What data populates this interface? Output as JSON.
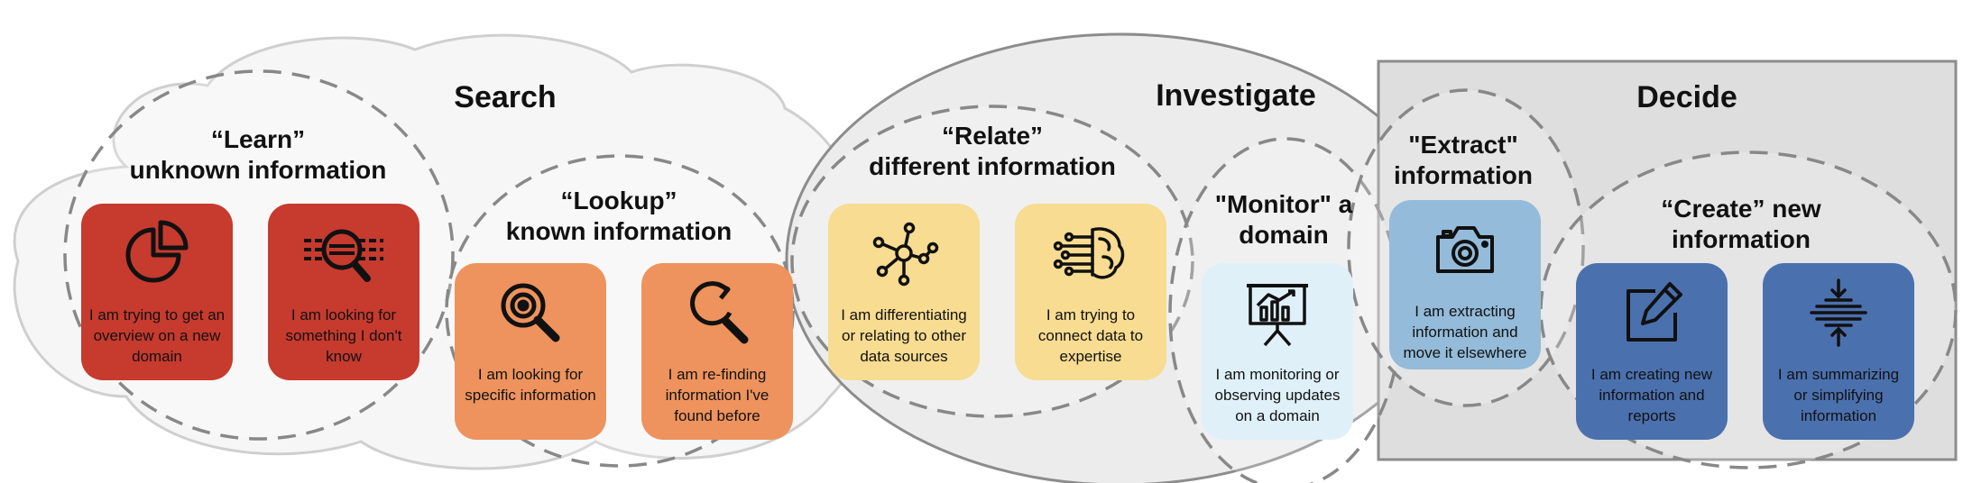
{
  "colors": {
    "learn": "#c73a2e",
    "lookup": "#ee935d",
    "relate": "#f7dc91",
    "monitor": "#dff0f8",
    "extract": "#94bbd9",
    "create": "#4b70ae"
  },
  "regions": {
    "search": "Search",
    "investigate": "Investigate",
    "decide": "Decide"
  },
  "groups": {
    "learn": [
      "“Learn”",
      "unknown information"
    ],
    "lookup": [
      "“Lookup”",
      "known information"
    ],
    "relate": [
      "“Relate”",
      "different information"
    ],
    "monitor": [
      "\"Monitor\" a",
      "domain"
    ],
    "extract": [
      "\"Extract\"",
      "information"
    ],
    "create": [
      "“Create” new",
      "information"
    ]
  },
  "cards": [
    {
      "icon": "pie-chart-icon",
      "text": "I am trying to get an overview on a new domain"
    },
    {
      "icon": "magnifier-document-icon",
      "text": "I am looking for something I don't know"
    },
    {
      "icon": "target-magnifier-icon",
      "text": "I am looking for specific information"
    },
    {
      "icon": "refresh-magnifier-icon",
      "text": "I am re-finding information I've found before"
    },
    {
      "icon": "network-icon",
      "text": "I am differentiating or relating to other data sources"
    },
    {
      "icon": "brain-circuit-icon",
      "text": "I am trying to connect data to expertise"
    },
    {
      "icon": "presentation-chart-icon",
      "text": "I am monitoring or observing updates on a domain"
    },
    {
      "icon": "camera-icon",
      "text": "I am extracting information and move it elsewhere"
    },
    {
      "icon": "pencil-edit-icon",
      "text": "I am creating new information and reports"
    },
    {
      "icon": "compress-icon",
      "text": "I am summarizing or simplifying information"
    }
  ]
}
